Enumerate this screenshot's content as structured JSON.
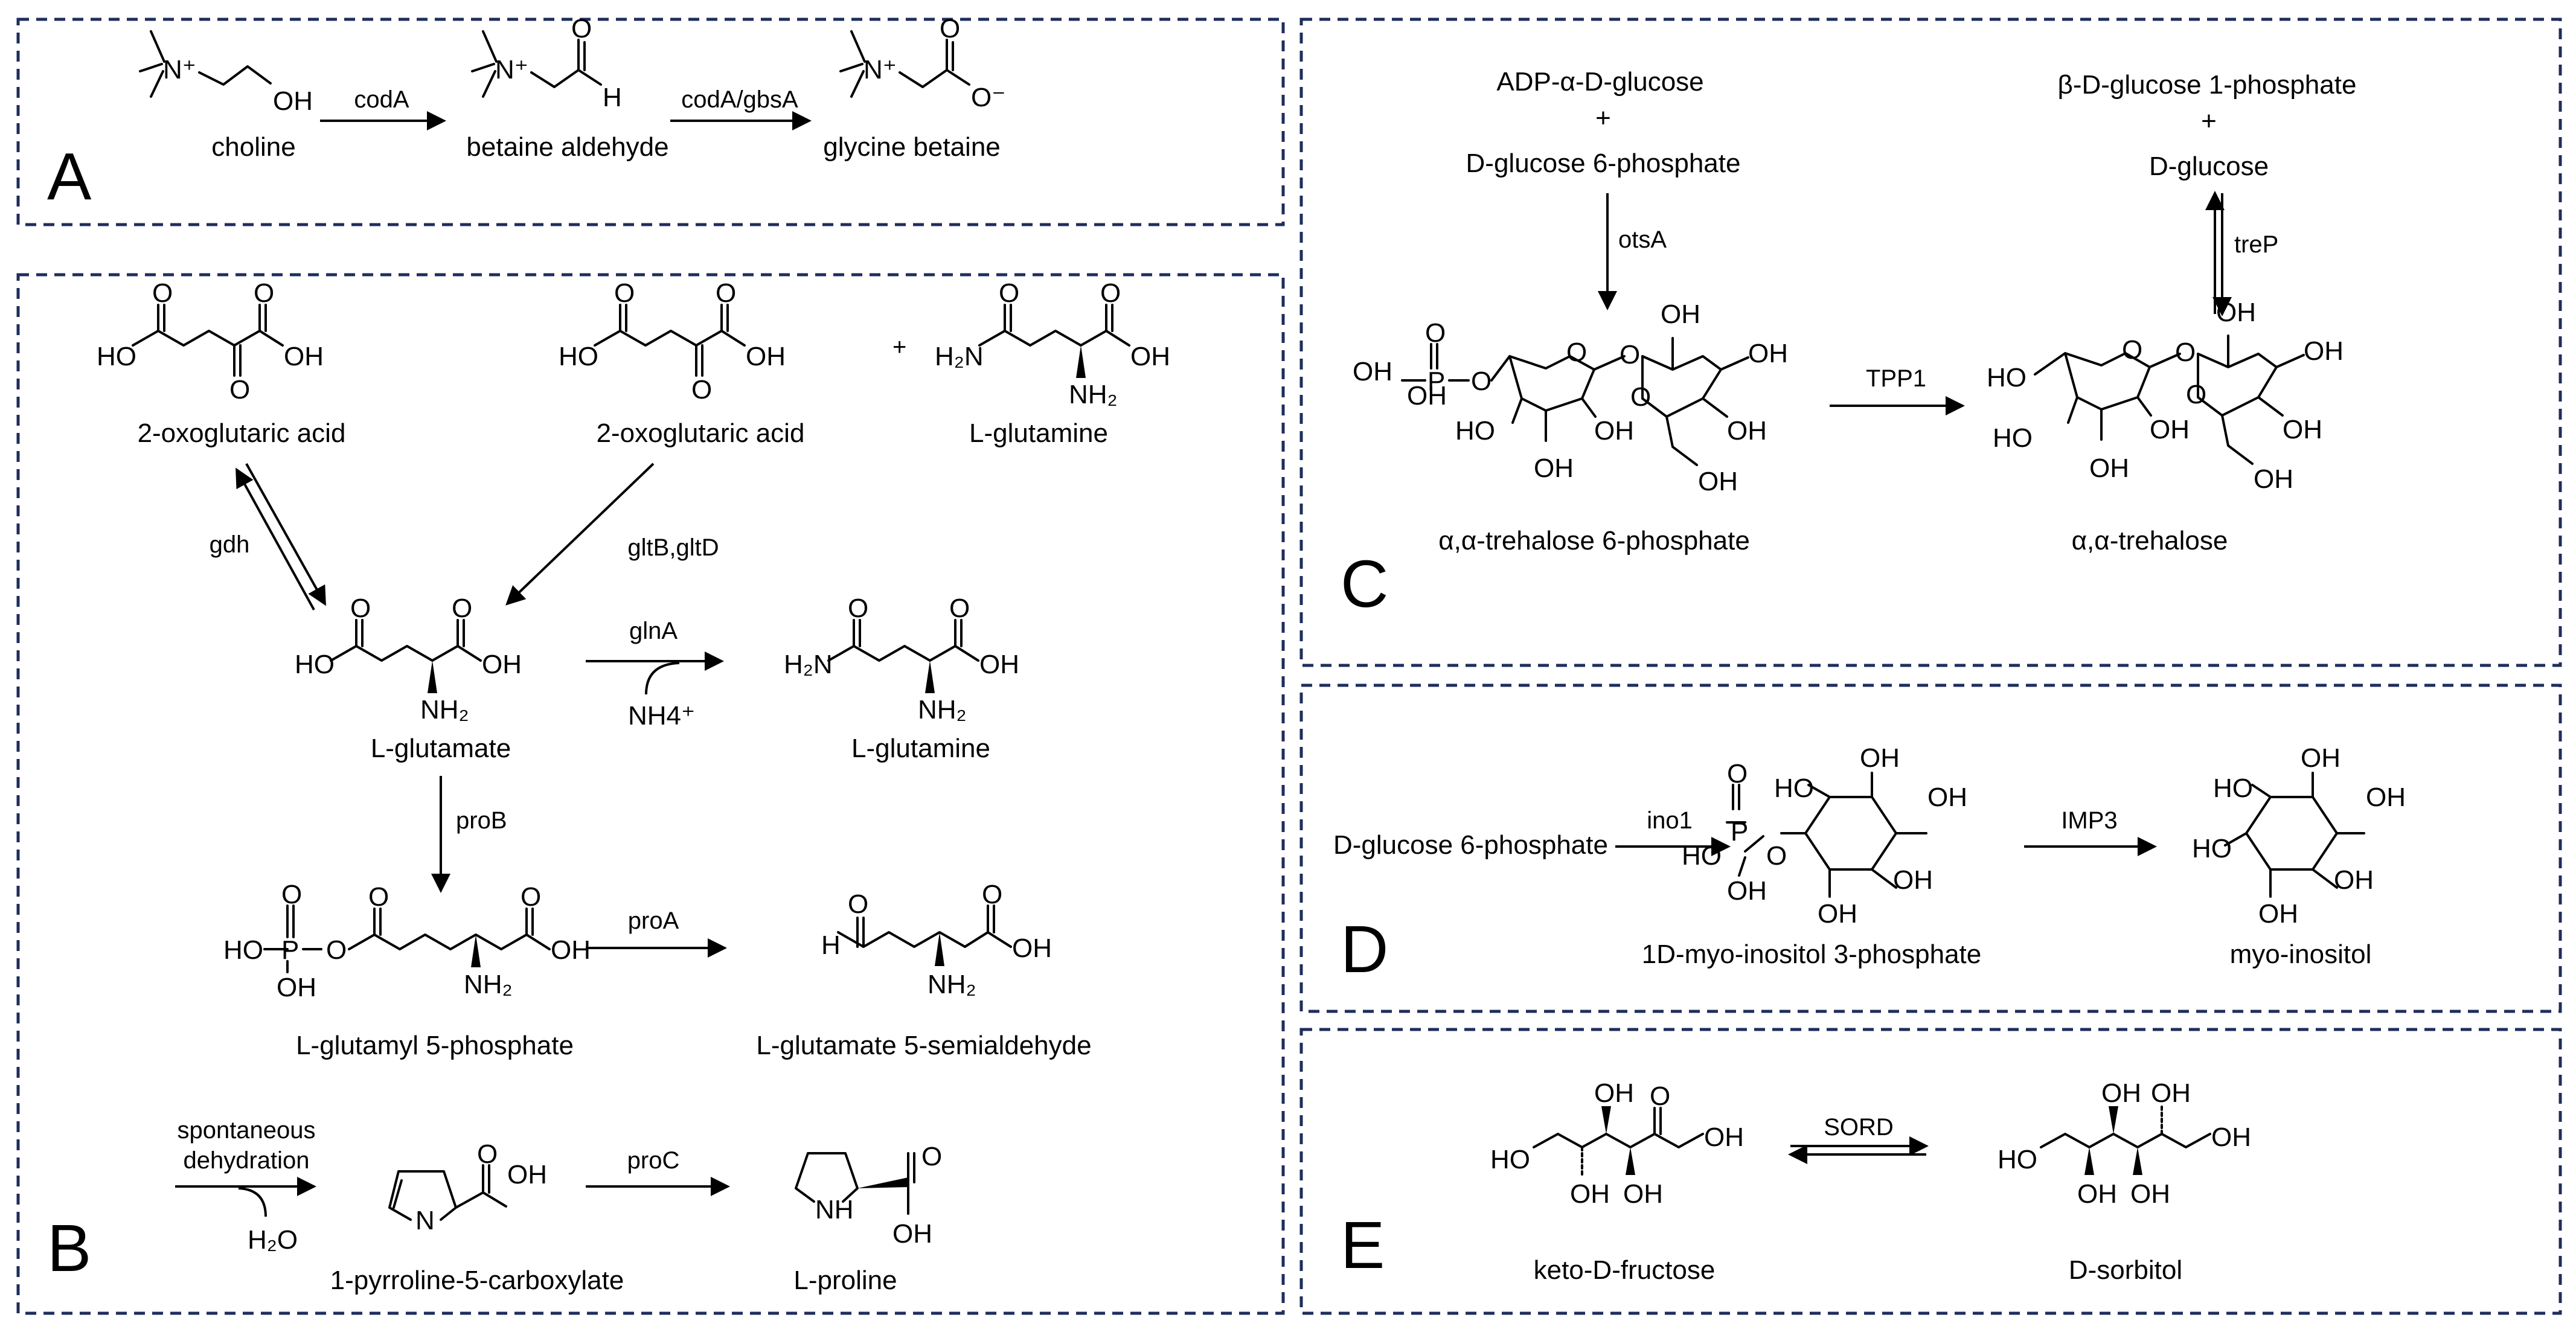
{
  "panels": {
    "A": {
      "label": "A",
      "compounds": [
        "choline",
        "betaine aldehyde",
        "glycine betaine"
      ],
      "enzymes": [
        "codA",
        "codA/gbsA"
      ]
    },
    "B": {
      "label": "B",
      "compounds": [
        "2-oxoglutaric acid",
        "2-oxoglutaric acid",
        "L-glutamine",
        "L-glutamate",
        "L-glutamine",
        "L-glutamyl 5-phosphate",
        "L-glutamate 5-semialdehyde",
        "1-pyrroline-5-carboxylate",
        "L-proline"
      ],
      "enzymes": [
        "gdh",
        "gltB,gltD",
        "glnA",
        "proB",
        "proA",
        "proC"
      ],
      "cofactors": [
        "NH4⁺",
        "H₂O"
      ],
      "spontaneous": [
        "spontaneous",
        "dehydration"
      ],
      "plus": "+"
    },
    "C": {
      "label": "C",
      "substrates_left": [
        "ADP-α-D-glucose",
        "+",
        "D-glucose 6-phosphate"
      ],
      "substrates_right": [
        "β-D-glucose 1-phosphate",
        "+",
        "D-glucose"
      ],
      "compounds": [
        "α,α-trehalose 6-phosphate",
        "α,α-trehalose"
      ],
      "enzymes": [
        "otsA",
        "TPP1",
        "treP"
      ]
    },
    "D": {
      "label": "D",
      "compounds": [
        "D-glucose 6-phosphate",
        "1D-myo-inositol 3-phosphate",
        "myo-inositol"
      ],
      "enzymes": [
        "ino1",
        "IMP3"
      ]
    },
    "E": {
      "label": "E",
      "compounds": [
        "keto-D-fructose",
        "D-sorbitol"
      ],
      "enzymes": [
        "SORD"
      ]
    }
  },
  "atoms": {
    "OH": "OH",
    "HO": "HO",
    "O": "O",
    "H": "H",
    "N": "N",
    "NH": "NH",
    "NH2": "NH₂",
    "H2N": "H₂N",
    "Nplus": "N⁺",
    "Ominus": "O⁻",
    "P": "P"
  },
  "colors": {
    "border": "#1f2d5c",
    "ink": "#000000",
    "background": "#ffffff"
  }
}
